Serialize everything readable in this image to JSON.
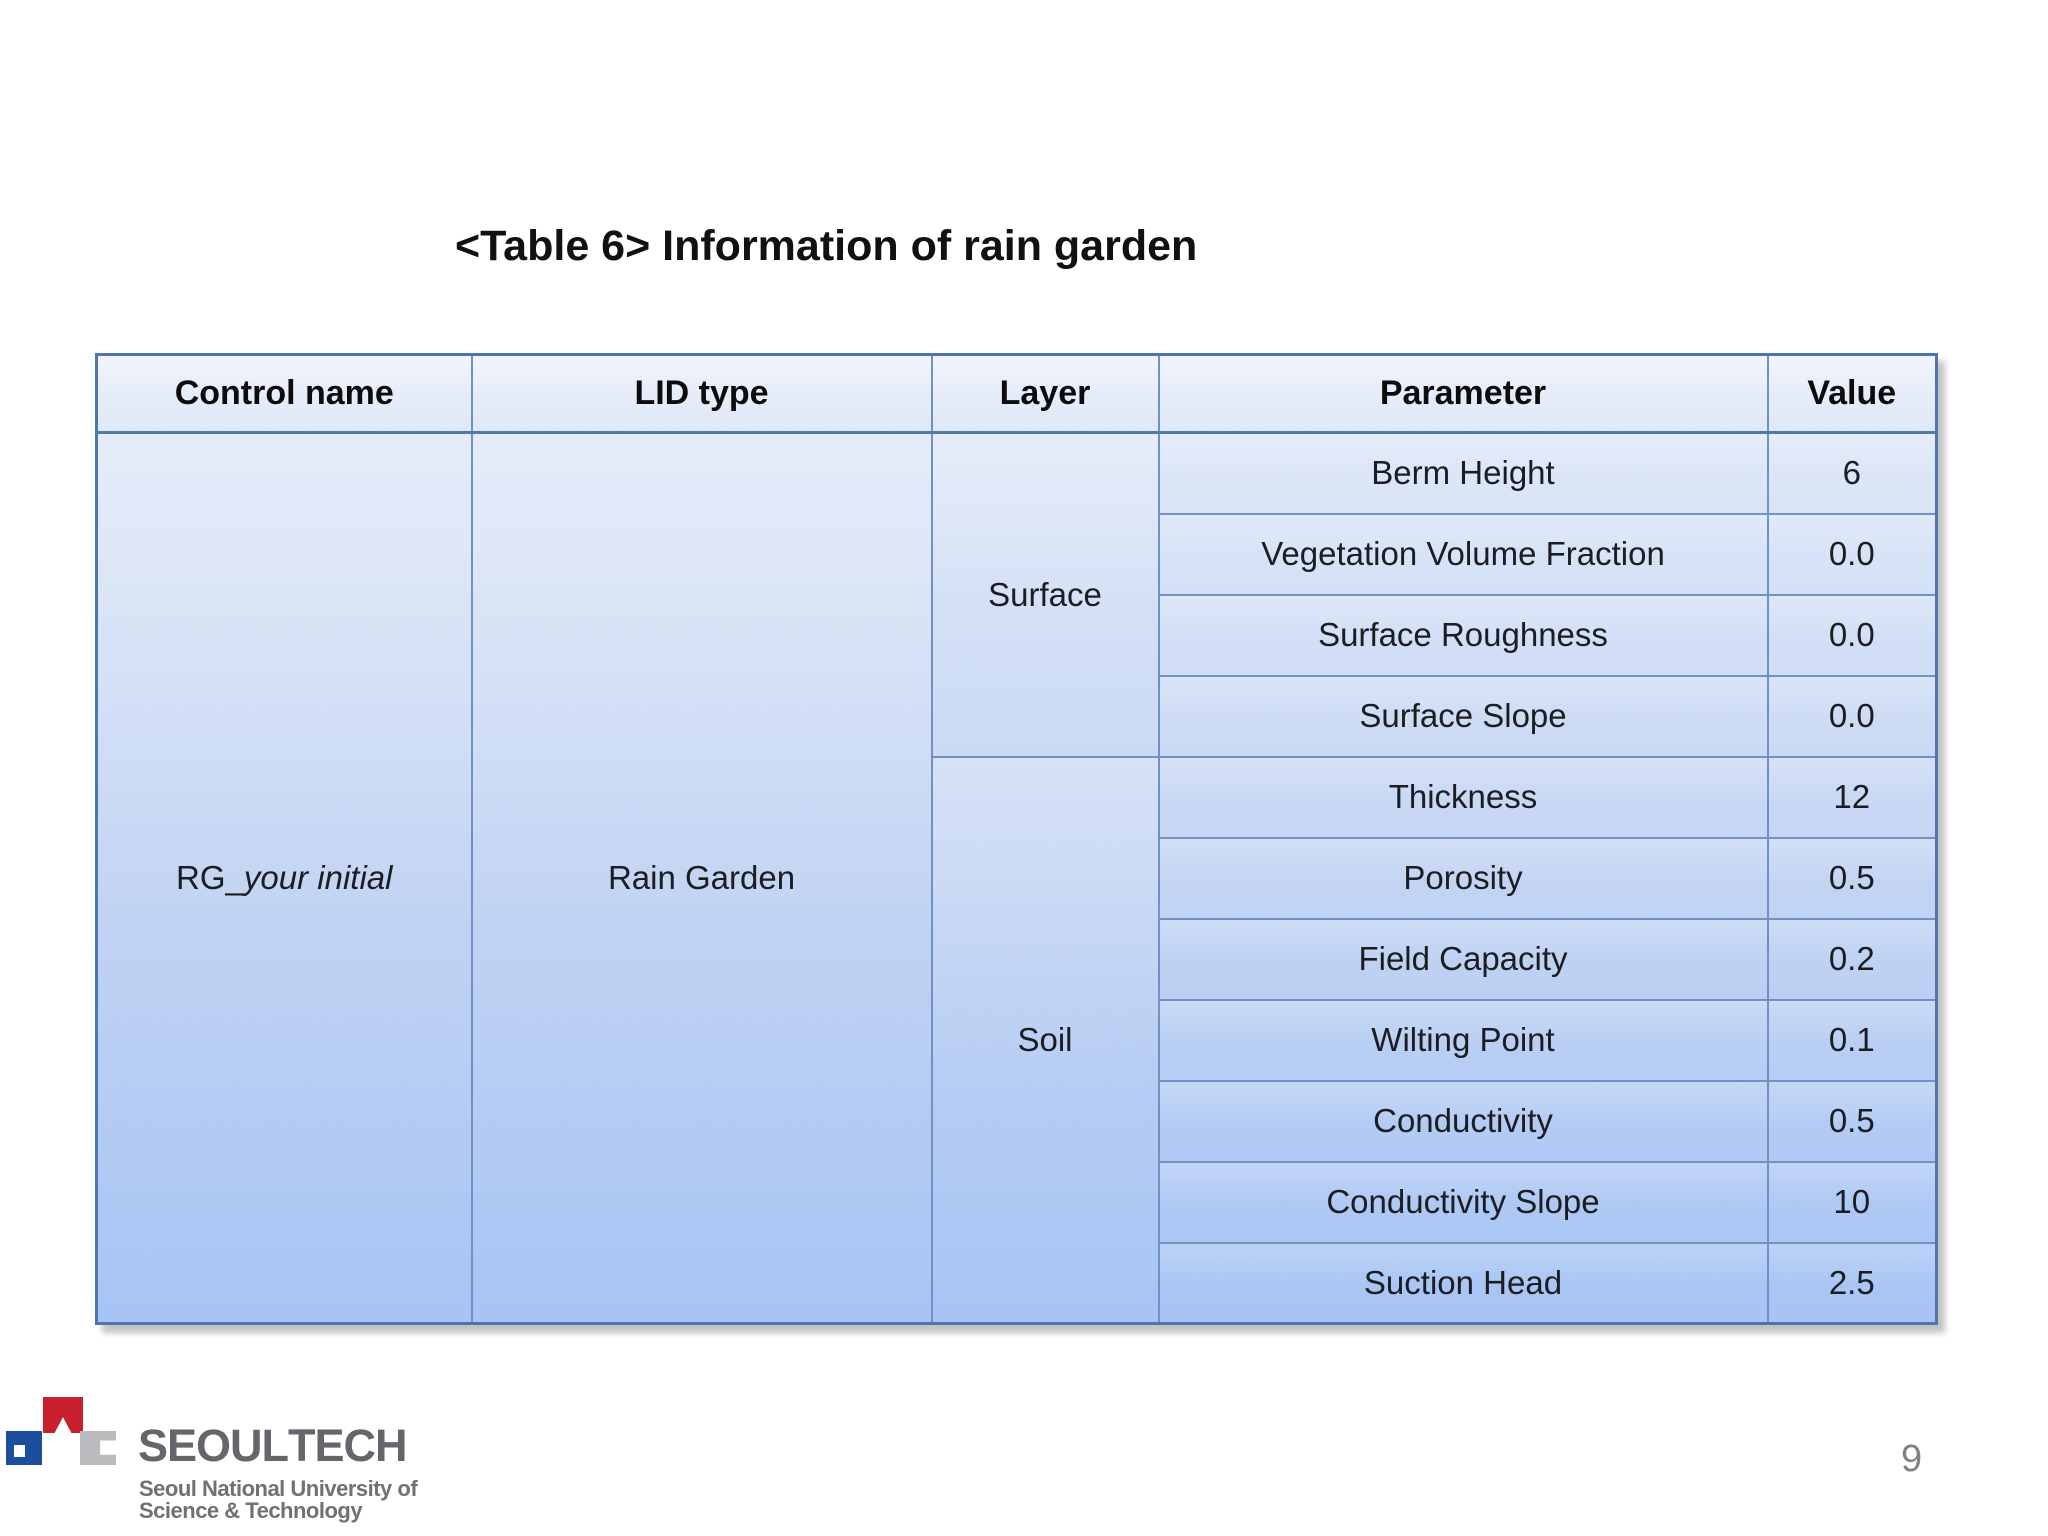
{
  "title": "<Table 6> Information of rain garden",
  "table": {
    "headers": [
      "Control name",
      "LID type",
      "Layer",
      "Parameter",
      "Value"
    ],
    "control_name": {
      "prefix": "RG_",
      "italic": "your initial"
    },
    "lid_type": "Rain Garden",
    "layers": [
      {
        "name": "Surface",
        "rows": [
          [
            "Berm Height",
            "6"
          ],
          [
            "Vegetation Volume Fraction",
            "0.0"
          ],
          [
            "Surface Roughness",
            "0.0"
          ],
          [
            "Surface Slope",
            "0.0"
          ]
        ]
      },
      {
        "name": "Soil",
        "rows": [
          [
            "Thickness",
            "12"
          ],
          [
            "Porosity",
            "0.5"
          ],
          [
            "Field Capacity",
            "0.2"
          ],
          [
            "Wilting Point",
            "0.1"
          ],
          [
            "Conductivity",
            "0.5"
          ],
          [
            "Conductivity Slope",
            "10"
          ],
          [
            "Suction Head",
            "2.5"
          ]
        ]
      }
    ]
  },
  "footer": {
    "logo": {
      "wordmark_part1": "SEOUL",
      "wordmark_part2": "TECH",
      "subtitle_line1": "Seoul National University of",
      "subtitle_line2": "Science & Technology"
    },
    "page_number": "9"
  },
  "colors": {
    "table_gradient_top": "#edf1fb",
    "table_gradient_bottom": "#a6c4f4",
    "table_border_inner": "#7191c5",
    "table_border_outer": "#4f75aa",
    "logo_red": "#c8202f",
    "logo_blue": "#1c4e9b",
    "logo_gray": "#b9bbbe",
    "text": "#1b1d22"
  }
}
